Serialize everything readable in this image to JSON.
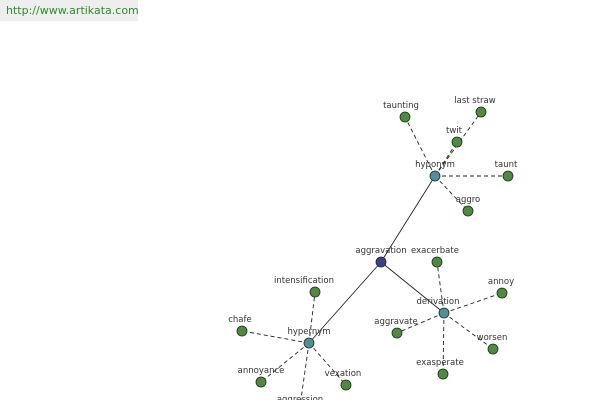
{
  "url": "http://www.artikata.com",
  "colors": {
    "root": "#3b3f8c",
    "relation": "#4f8f97",
    "leaf": "#4f8a3f",
    "edge": "#222222",
    "url_text": "#2e8b2e"
  },
  "graph": {
    "root": {
      "id": "aggravation",
      "label": "aggravation"
    },
    "relations": [
      {
        "id": "hyponym",
        "label": "hyponym",
        "terms": [
          "taunting",
          "last straw",
          "twit",
          "taunt",
          "aggro"
        ]
      },
      {
        "id": "derivation",
        "label": "derivation",
        "terms": [
          "exacerbate",
          "annoy",
          "aggravate",
          "worsen",
          "exasperate"
        ]
      },
      {
        "id": "hypernym",
        "label": "hypernym",
        "terms": [
          "intensification",
          "chafe",
          "annoyance",
          "vexation",
          "aggression"
        ]
      }
    ]
  }
}
